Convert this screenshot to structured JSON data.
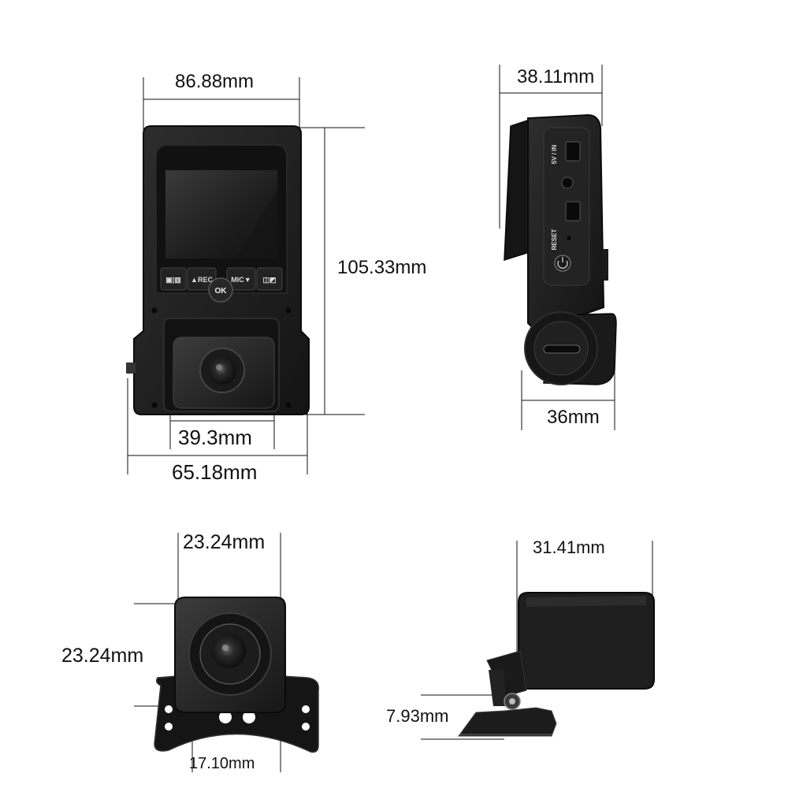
{
  "colors": {
    "body": "#1c1c1c",
    "body_dark": "#0f0f0f",
    "screen": "#1a1a1a",
    "line": "#111111",
    "bracket": "#2a2a2a"
  },
  "front_view": {
    "width_label": "86.88mm",
    "height_label": "105.33mm",
    "lens_width_label": "39.3mm",
    "base_width_label": "65.18mm",
    "buttons": [
      "▣|▥",
      "▲REC",
      "MIC▼",
      "◫◩"
    ],
    "ok_label": "OK"
  },
  "side_view": {
    "depth_label": "38.11mm",
    "lens_depth_label": "36mm",
    "port_labels": [
      "5V / IN",
      "RESET"
    ]
  },
  "rear_cam_front": {
    "width_label": "23.24mm",
    "height_label": "23.24mm",
    "bracket_label": "17.10mm"
  },
  "rear_cam_side": {
    "length_label": "31.41mm",
    "bracket_label": "7.93mm"
  }
}
